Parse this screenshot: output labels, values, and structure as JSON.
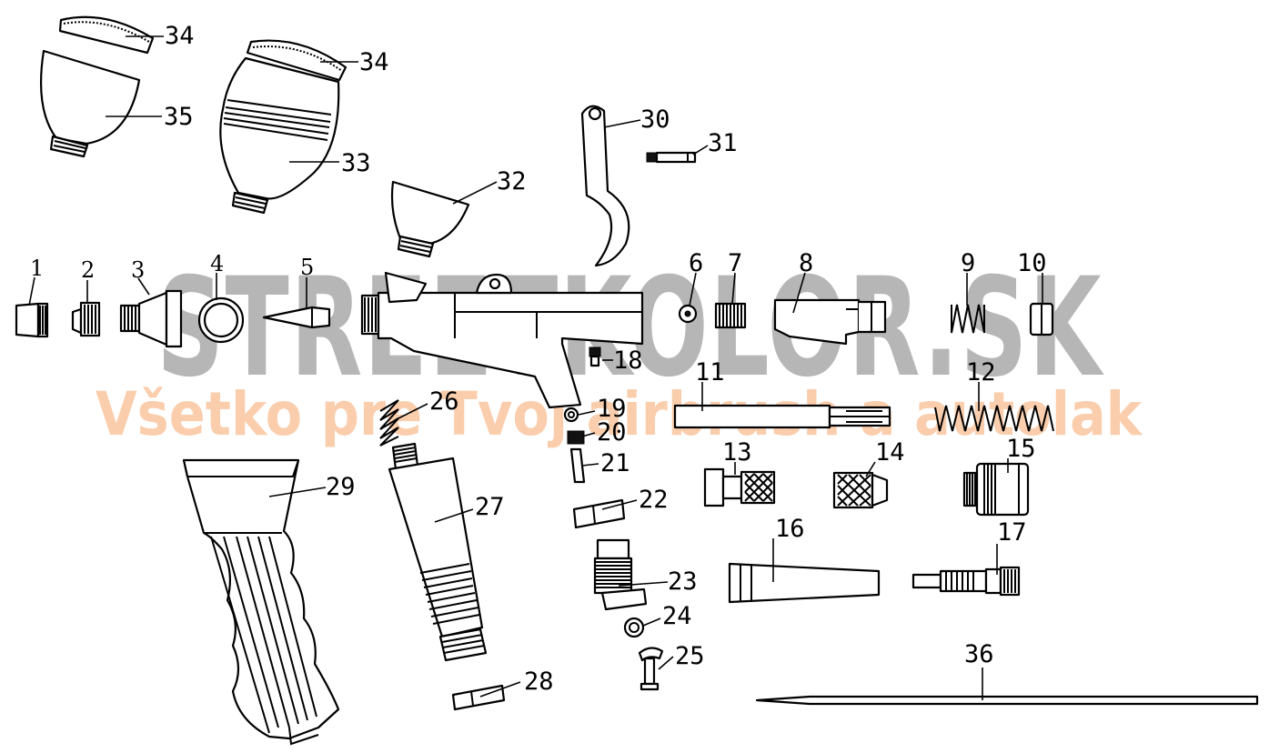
{
  "watermark": {
    "brand": "STREETKOLOR.SK",
    "slogan": "Všetko pre Tvoj airbrush a autolak",
    "colors": {
      "brand": "#8a8a8a",
      "slogan": "#f6a56a"
    }
  },
  "labels": {
    "l1": "1",
    "l2": "2",
    "l3": "3",
    "l4": "4",
    "l5": "5",
    "l6": "6",
    "l7": "7",
    "l8": "8",
    "l9": "9",
    "l10": "10",
    "l11": "11",
    "l12": "12",
    "l13": "13",
    "l14": "14",
    "l15": "15",
    "l16": "16",
    "l17": "17",
    "l18": "18",
    "l19": "19",
    "l20": "20",
    "l21": "21",
    "l22": "22",
    "l23": "23",
    "l24": "24",
    "l25": "25",
    "l26": "26",
    "l27": "27",
    "l28": "28",
    "l29": "29",
    "l30": "30",
    "l31": "31",
    "l32": "32",
    "l33": "33",
    "l34a": "34",
    "l34b": "34",
    "l35": "35",
    "l36": "36"
  }
}
